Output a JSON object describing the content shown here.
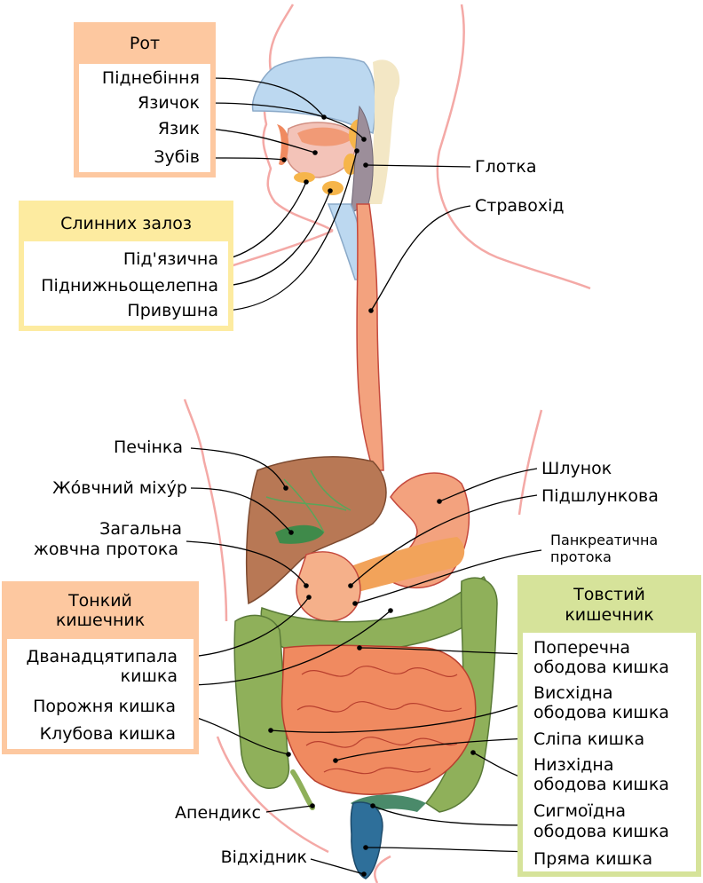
{
  "boxes": {
    "mouth": {
      "title": "Рот",
      "bg": "#fdc8a0"
    },
    "salivary": {
      "title": "Слинних залоз",
      "bg": "#fdeba0"
    },
    "small_intestine": {
      "title_line1": "Тонкий",
      "title_line2": "кишечник",
      "bg": "#fdc8a0"
    },
    "large_intestine": {
      "title_line1": "Товстий",
      "title_line2": "кишечник",
      "bg": "#d6e39a"
    }
  },
  "labels": {
    "palate": "Піднебіння",
    "uvula": "Язичок",
    "tongue": "Язик",
    "teeth": "Зубів",
    "pharynx": "Глотка",
    "esophagus": "Стравохід",
    "sublingual": "Під'язична",
    "submandibular": "Піднижньощелепна",
    "parotid": "Привушна",
    "liver": "Печінка",
    "gallbladder": "Жо́вчний міху́р",
    "common_bile_duct_1": "Загальна",
    "common_bile_duct_2": "жовчна протока",
    "stomach": "Шлунок",
    "pancreas": "Підшлункова",
    "pancreatic_duct_1": "Панкреатична",
    "pancreatic_duct_2": "протока",
    "duodenum_1": "Дванадцятипала",
    "duodenum_2": "кишка",
    "jejunum": "Порожня кишка",
    "ileum": "Клубова кишка",
    "appendix": "Апендикс",
    "anus": "Відхідник",
    "transverse_1": "Поперечна",
    "transverse_2": "ободова кишка",
    "ascending_1": "Висхідна",
    "ascending_2": "ободова кишка",
    "cecum": "Сліпа кишка",
    "descending_1": "Низхідна",
    "descending_2": "ободова кишка",
    "sigmoid_1": "Сигмоїдна",
    "sigmoid_2": "ободова кишка",
    "rectum": "Пряма кишка"
  },
  "colors": {
    "skin": "#f4a9a6",
    "liver": "#b87855",
    "stomach": "#f3a27e",
    "small_intestine": "#f08a60",
    "large_intestine": "#8fb05a",
    "gallbladder": "#3f8a4a",
    "rectum": "#2e6f9a",
    "pancreas": "#f2a35a",
    "palate": "#bcd8f0"
  }
}
